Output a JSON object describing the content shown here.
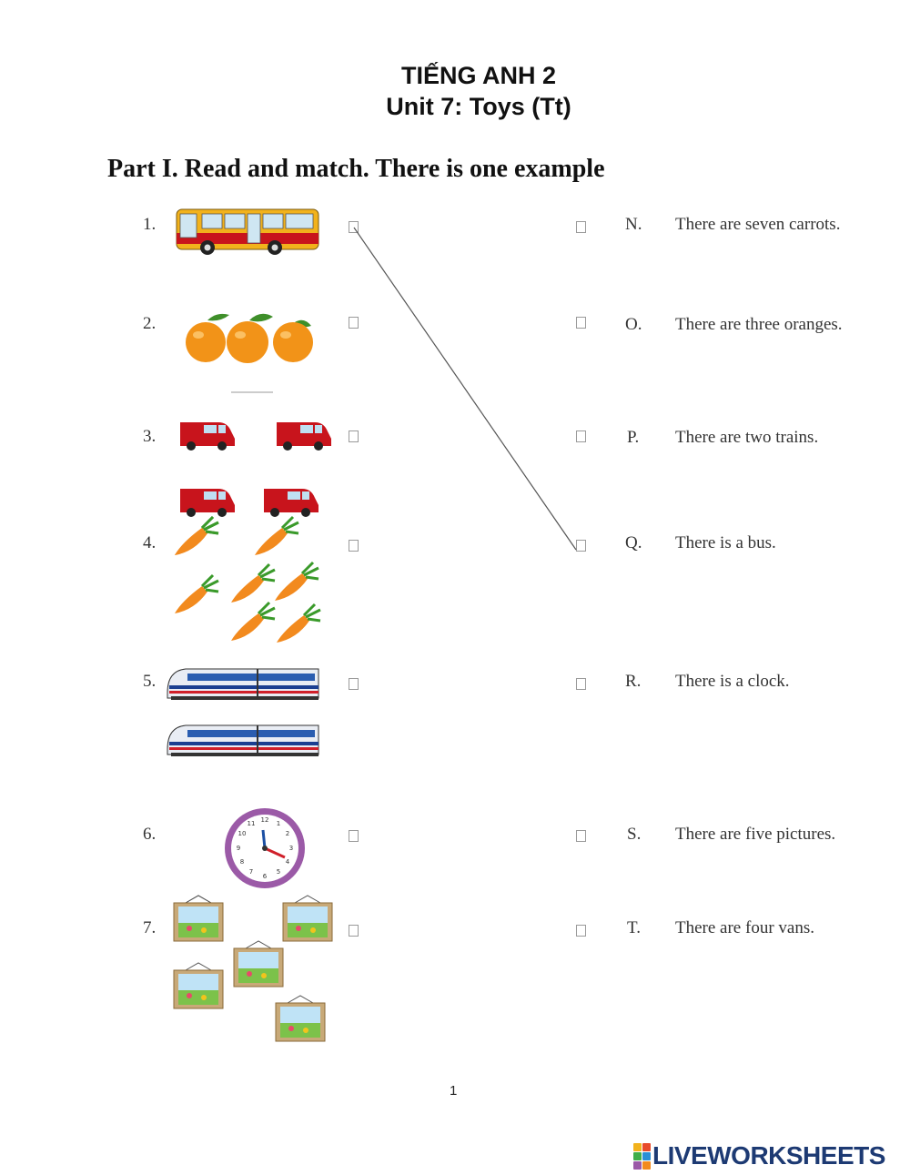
{
  "header": {
    "title_line1": "TIẾNG ANH 2",
    "title_line2": "Unit 7: Toys (Tt)"
  },
  "part": {
    "heading": "Part I. Read and match. There is one example"
  },
  "items": [
    {
      "num": "1.",
      "picture": "bus-picture"
    },
    {
      "num": "2.",
      "picture": "oranges-picture"
    },
    {
      "num": "3.",
      "picture": "vans-picture"
    },
    {
      "num": "4.",
      "picture": "carrots-picture"
    },
    {
      "num": "5.",
      "picture": "trains-picture"
    },
    {
      "num": "6.",
      "picture": "clock-picture"
    },
    {
      "num": "7.",
      "picture": "pictures-picture"
    }
  ],
  "sentences": [
    {
      "letter": "N.",
      "text": "There are seven carrots."
    },
    {
      "letter": "O.",
      "text": "There are three oranges."
    },
    {
      "letter": "P.",
      "text": "There are two trains."
    },
    {
      "letter": "Q.",
      "text": "There is a bus."
    },
    {
      "letter": "R.",
      "text": "There is a clock."
    },
    {
      "letter": "S.",
      "text": "There are five pictures."
    },
    {
      "letter": "T.",
      "text": "There are four vans."
    }
  ],
  "example_match": {
    "from": "1.",
    "to": "Q."
  },
  "footer": {
    "page_number": "1",
    "brand": "LIVEWORKSHEETS"
  },
  "colors": {
    "brand_text": "#1d3a73",
    "orange": "#f29318",
    "van_red": "#c8141c",
    "clock_rim": "#9b5aa7",
    "bus_yellow": "#f2b21c"
  }
}
